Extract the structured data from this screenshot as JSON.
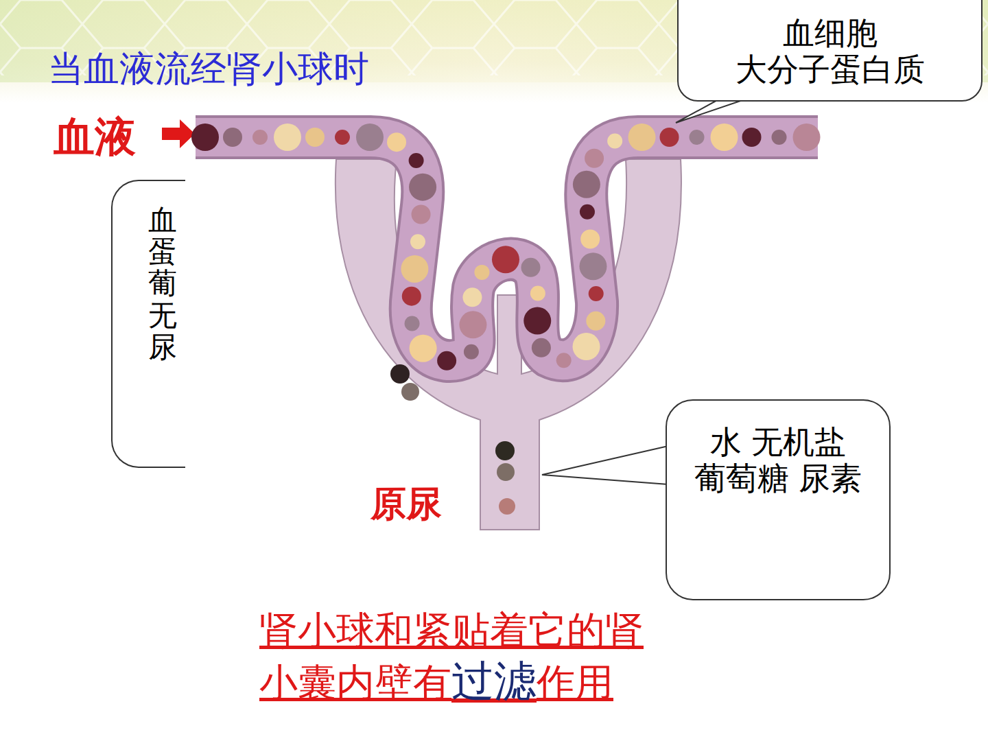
{
  "diagram": {
    "title": "当血液流经肾小球时",
    "nodes": [
      {
        "text": [
          "血 蛋 葡 无 尿"
        ]
      },
      {
        "text": [
          "血细胞 大分子蛋白质"
        ]
      },
      {
        "text": [
          "水 无机盐 葡萄糖 尿素"
        ]
      }
    ],
    "labels": [
      "血液",
      "原尿",
      "肾小球和紧贴着它的肾小囊内壁有",
      "过滤",
      "作用"
    ]
  }
}
